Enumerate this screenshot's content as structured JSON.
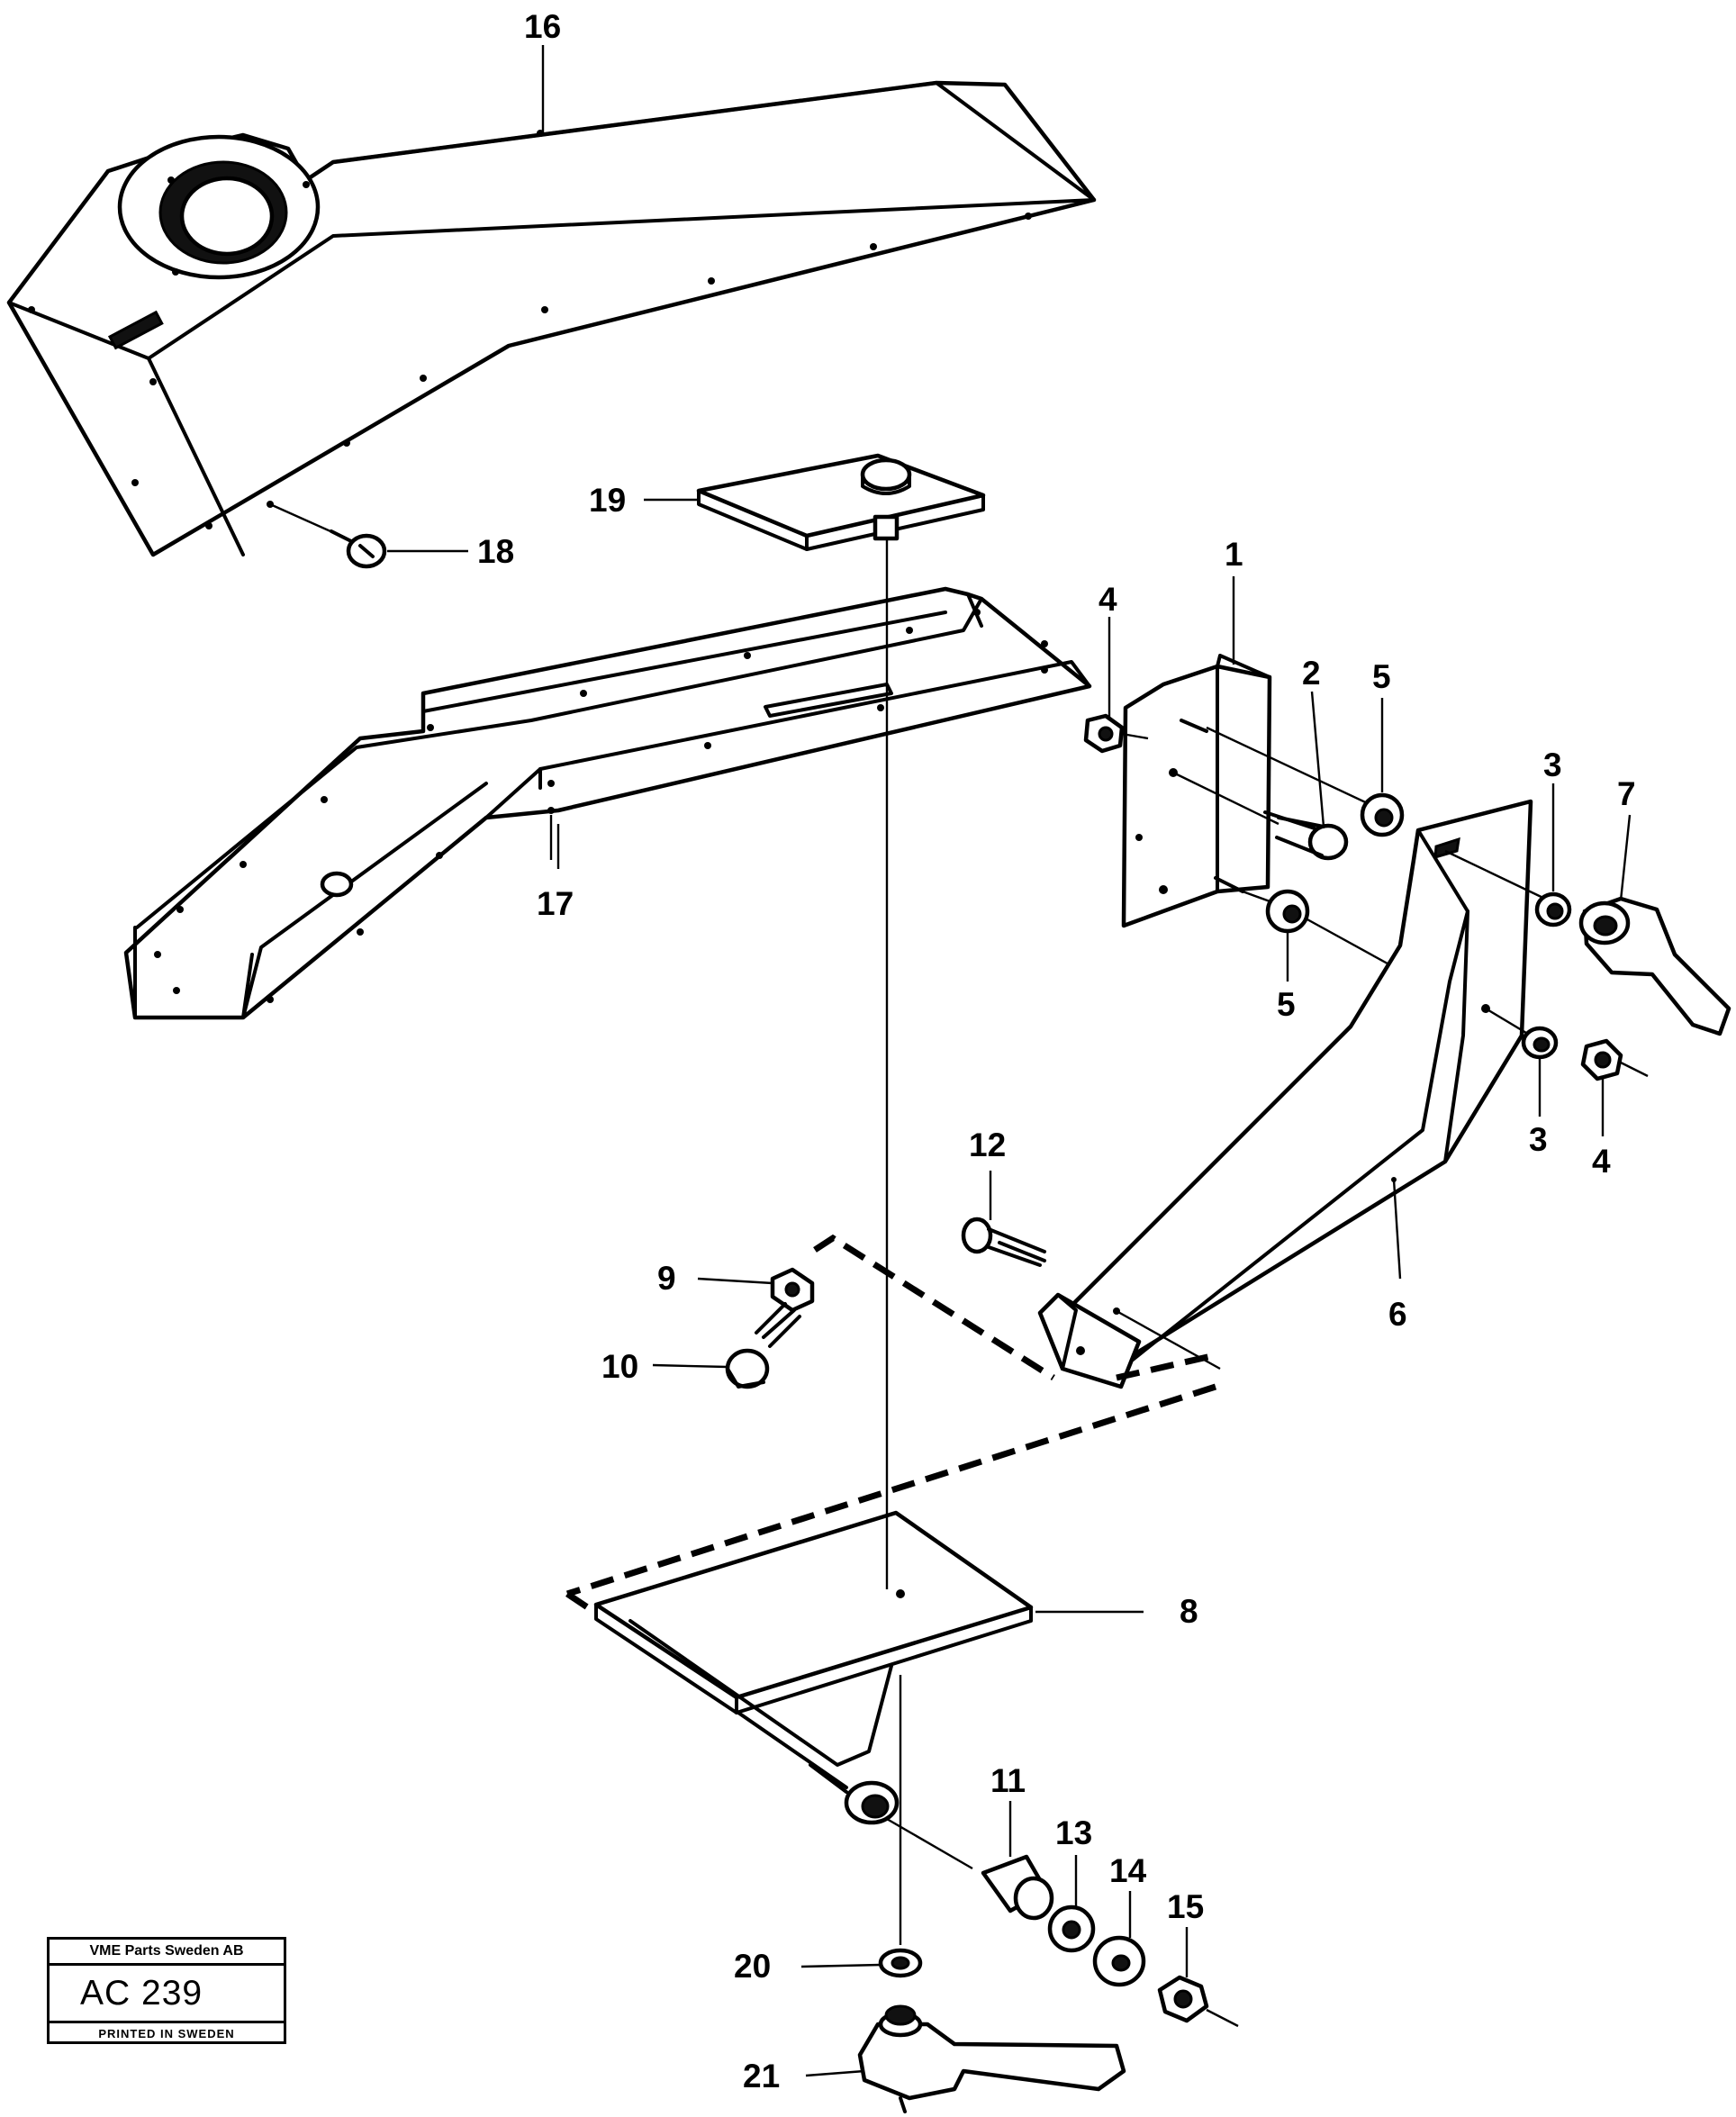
{
  "callouts": [
    "1",
    "2",
    "3",
    "3",
    "4",
    "4",
    "5",
    "5",
    "6",
    "7",
    "8",
    "9",
    "10",
    "11",
    "12",
    "13",
    "14",
    "15",
    "16",
    "17",
    "18",
    "19",
    "20",
    "21"
  ],
  "stamp": {
    "company": "VME Parts Sweden AB",
    "code": "AC 239",
    "printed": "PRINTED IN SWEDEN"
  }
}
